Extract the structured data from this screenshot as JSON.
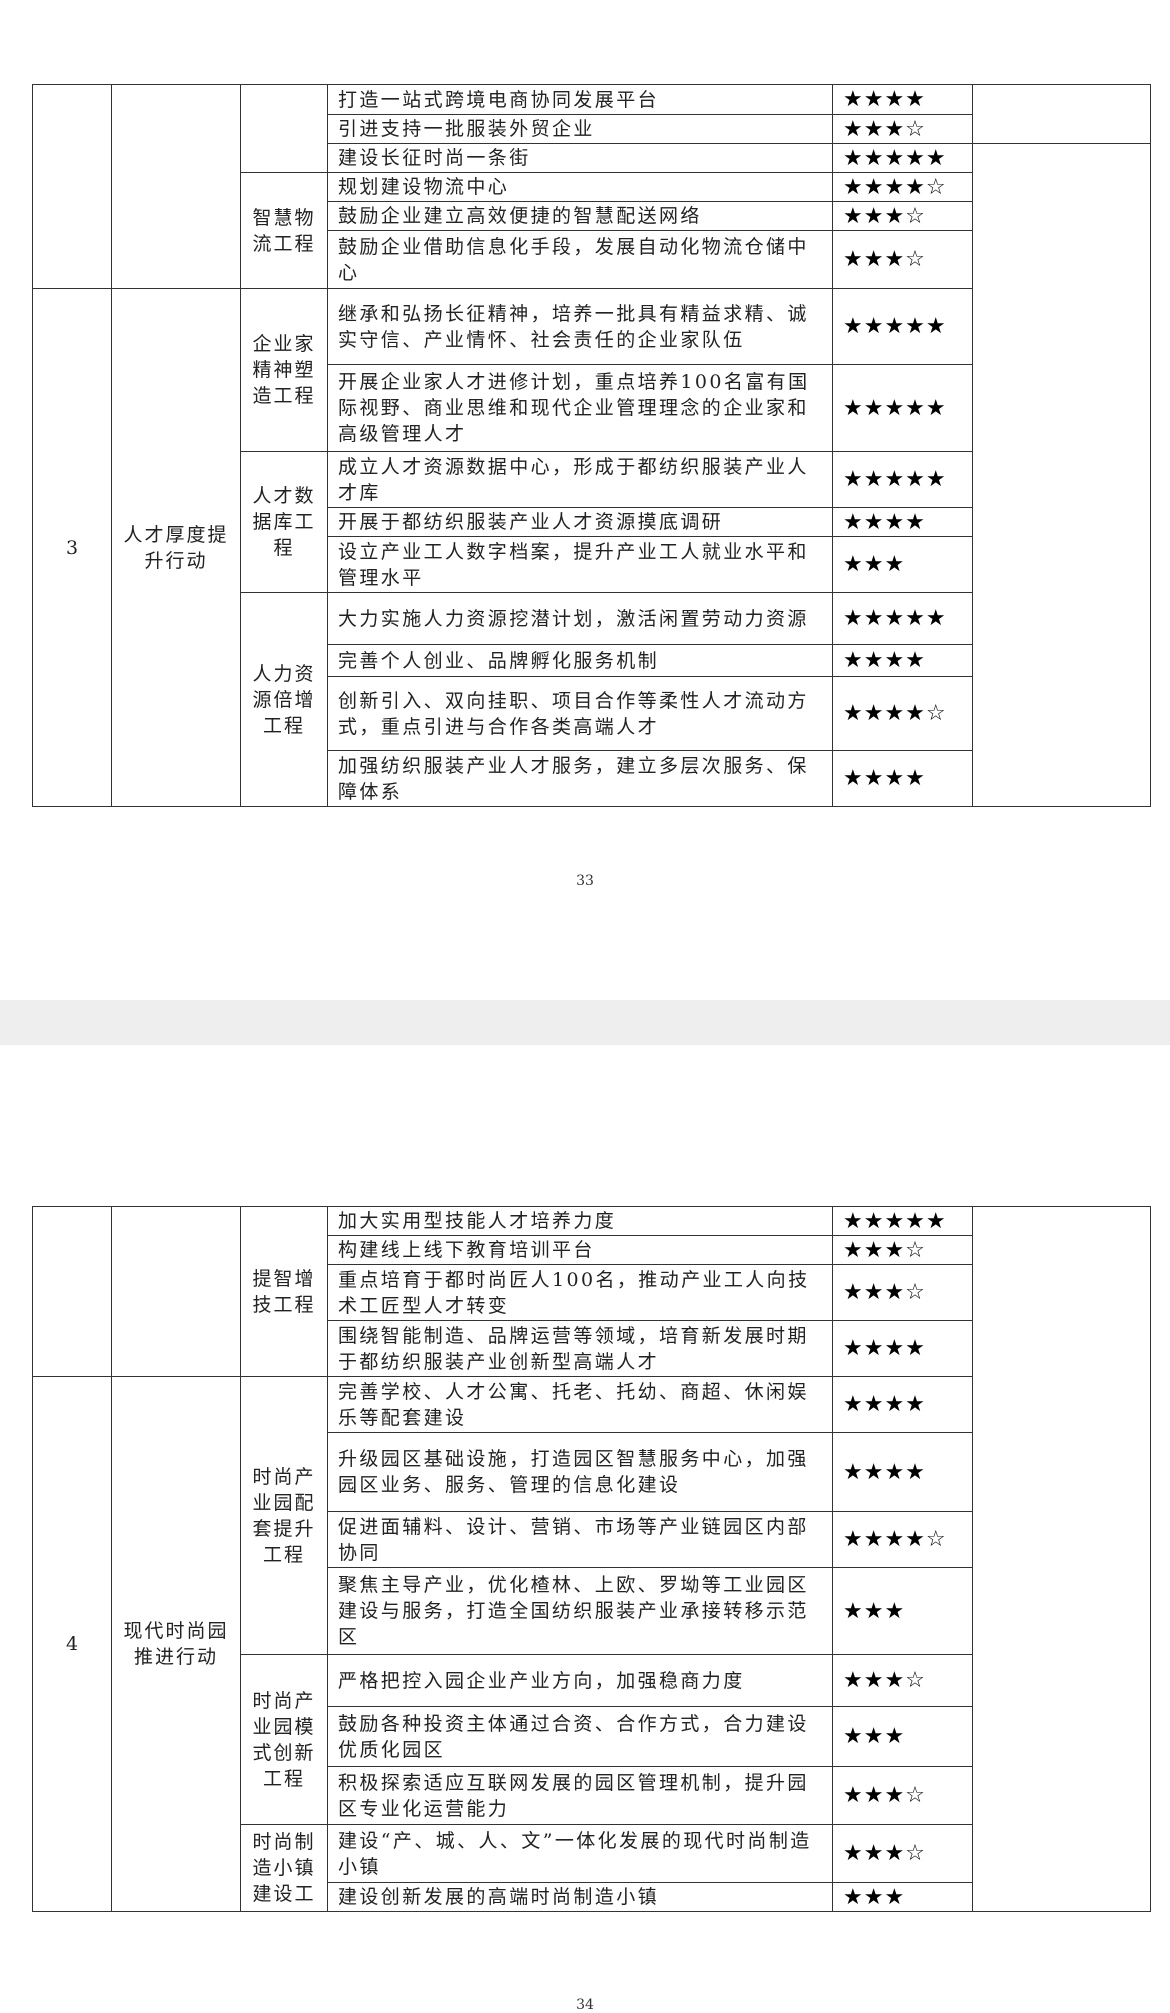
{
  "page1": {
    "page_number": "33",
    "rows": [
      {
        "task": "打造一站式跨境电商协同发展平台",
        "stars": "★★★★"
      },
      {
        "task": "引进支持一批服装外贸企业",
        "stars": "★★★☆"
      },
      {
        "task": "建设长征时尚一条街",
        "stars": "★★★★★"
      },
      {
        "task": "规划建设物流中心",
        "stars": "★★★★☆"
      },
      {
        "task": "鼓励企业建立高效便捷的智慧配送网络",
        "stars": "★★★☆"
      },
      {
        "task": "鼓励企业借助信息化手段，发展自动化物流仓储中心",
        "stars": "★★★☆"
      },
      {
        "task": "继承和弘扬长征精神，培养一批具有精益求精、诚实守信、产业情怀、社会责任的企业家队伍",
        "stars": "★★★★★"
      },
      {
        "task": "开展企业家人才进修计划，重点培养100名富有国际视野、商业思维和现代企业管理理念的企业家和高级管理人才",
        "stars": "★★★★★"
      },
      {
        "task": "成立人才资源数据中心，形成于都纺织服装产业人才库",
        "stars": "★★★★★"
      },
      {
        "task": "开展于都纺织服装产业人才资源摸底调研",
        "stars": "★★★★"
      },
      {
        "task": "设立产业工人数字档案，提升产业工人就业水平和管理水平",
        "stars": "★★★"
      },
      {
        "task": "大力实施人力资源挖潜计划，激活闲置劳动力资源",
        "stars": "★★★★★"
      },
      {
        "task": "完善个人创业、品牌孵化服务机制",
        "stars": "★★★★"
      },
      {
        "task": "创新引入、双向挂职、项目合作等柔性人才流动方式，重点引进与合作各类高端人才",
        "stars": "★★★★☆"
      },
      {
        "task": "加强纺织服装产业人才服务，建立多层次服务、保障体系",
        "stars": "★★★★"
      }
    ],
    "projects": {
      "smart_logistics": "智慧物流工程",
      "entrepreneur": "企业家精神塑造工程",
      "talent_db": "人才数据库工程",
      "hr_multiply": "人力资源倍增工程"
    },
    "group3": {
      "no": "3",
      "action": "人才厚度提升行动"
    }
  },
  "page2": {
    "page_number": "34",
    "rows": [
      {
        "task": "加大实用型技能人才培养力度",
        "stars": "★★★★★"
      },
      {
        "task": "构建线上线下教育培训平台",
        "stars": "★★★☆"
      },
      {
        "task": "重点培育于都时尚匠人100名，推动产业工人向技术工匠型人才转变",
        "stars": "★★★☆"
      },
      {
        "task": "围绕智能制造、品牌运营等领域，培育新发展时期于都纺织服装产业创新型高端人才",
        "stars": "★★★★"
      },
      {
        "task": "完善学校、人才公寓、托老、托幼、商超、休闲娱乐等配套建设",
        "stars": "★★★★"
      },
      {
        "task": "升级园区基础设施，打造园区智慧服务中心，加强园区业务、服务、管理的信息化建设",
        "stars": "★★★★"
      },
      {
        "task": "促进面辅料、设计、营销、市场等产业链园区内部协同",
        "stars": "★★★★☆"
      },
      {
        "task": "聚焦主导产业，优化楂林、上欧、罗坳等工业园区建设与服务，打造全国纺织服装产业承接转移示范区",
        "stars": "★★★"
      },
      {
        "task": "严格把控入园企业产业方向，加强稳商力度",
        "stars": "★★★☆"
      },
      {
        "task": "鼓励各种投资主体通过合资、合作方式，合力建设优质化园区",
        "stars": "★★★"
      },
      {
        "task": "积极探索适应互联网发展的园区管理机制，提升园区专业化运营能力",
        "stars": "★★★☆"
      },
      {
        "task": "建设“产、城、人、文”一体化发展的现代时尚制造小镇",
        "stars": "★★★☆"
      },
      {
        "task": "建设创新发展的高端时尚制造小镇",
        "stars": "★★★"
      }
    ],
    "projects": {
      "skill_up": "提智增技工程",
      "park_support": "时尚产业园配套提升工程",
      "park_model": "时尚产业园模式创新工程",
      "town": "时尚制造小镇建设工"
    },
    "group4": {
      "no": "4",
      "action": "现代时尚园推进行动"
    }
  }
}
